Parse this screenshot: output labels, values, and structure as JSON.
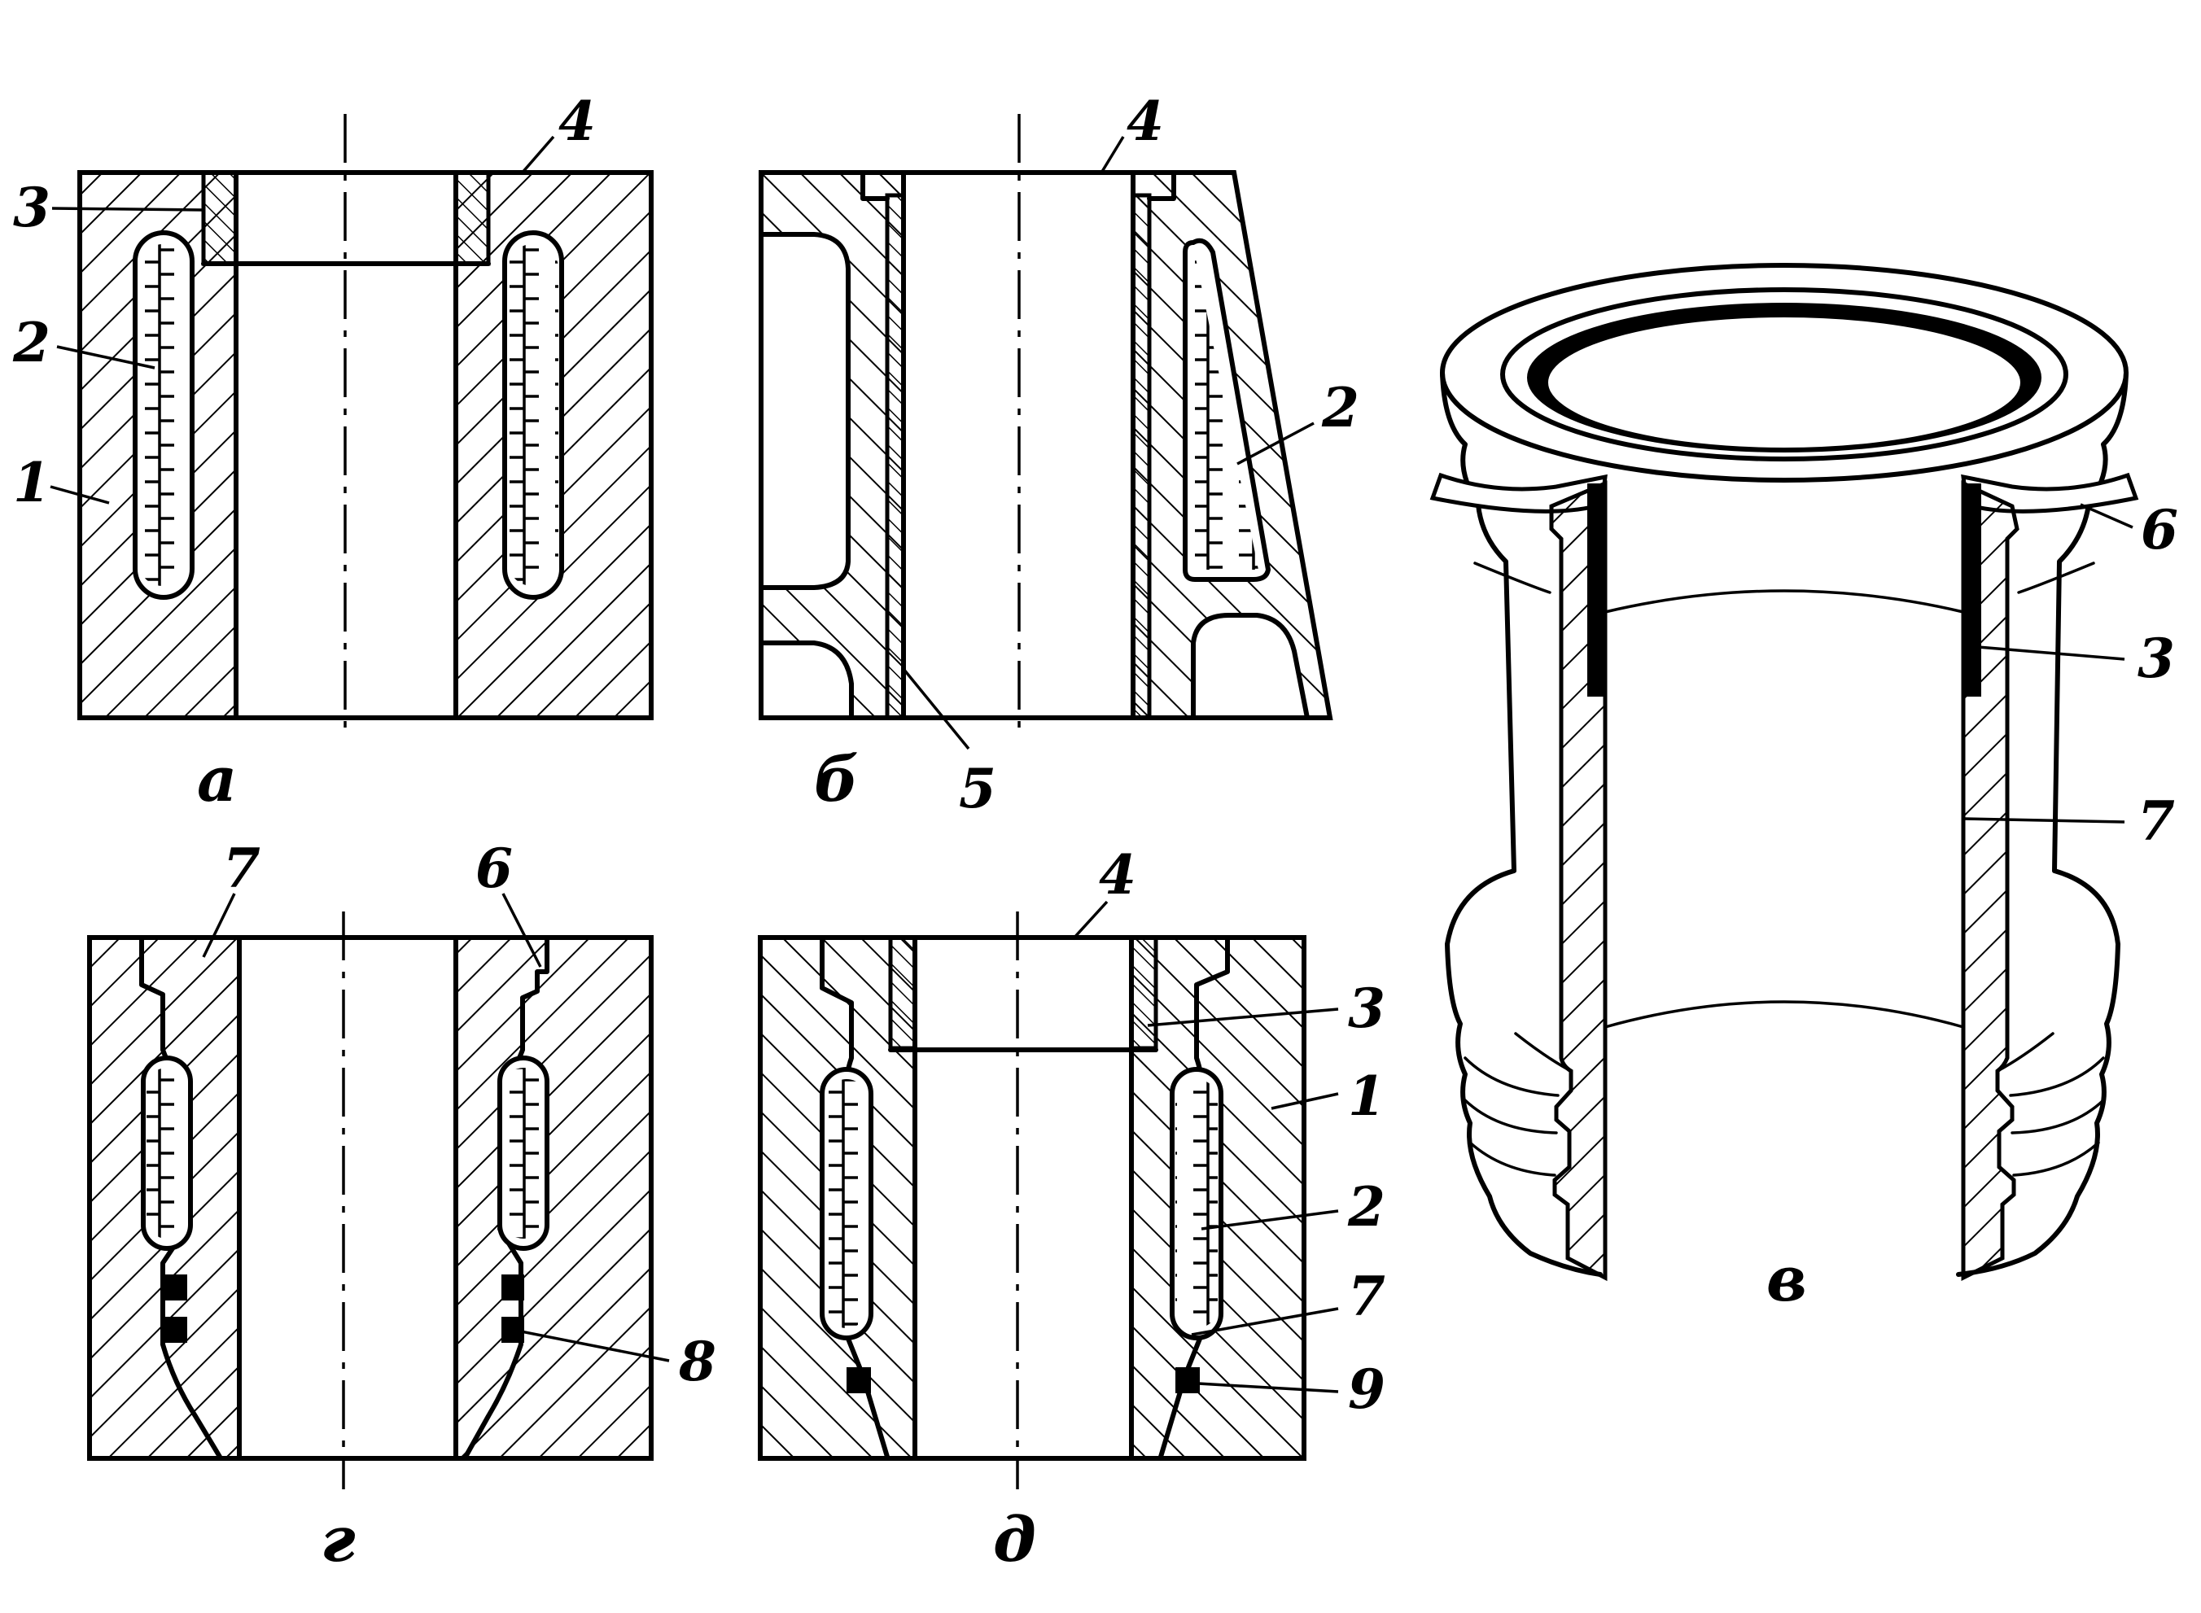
{
  "figure": {
    "views": [
      {
        "id": "a",
        "letter": "а"
      },
      {
        "id": "b",
        "letter": "б"
      },
      {
        "id": "v",
        "letter": "в"
      },
      {
        "id": "g",
        "letter": "г"
      },
      {
        "id": "d",
        "letter": "д"
      }
    ],
    "callouts": {
      "a": [
        "1",
        "2",
        "3",
        "4"
      ],
      "b": [
        "2",
        "4",
        "5"
      ],
      "v": [
        "3",
        "6",
        "7"
      ],
      "g": [
        "6",
        "7",
        "8"
      ],
      "d": [
        "1",
        "2",
        "3",
        "4",
        "7",
        "9"
      ]
    },
    "hatch_color": "#000000",
    "background": "#ffffff"
  }
}
